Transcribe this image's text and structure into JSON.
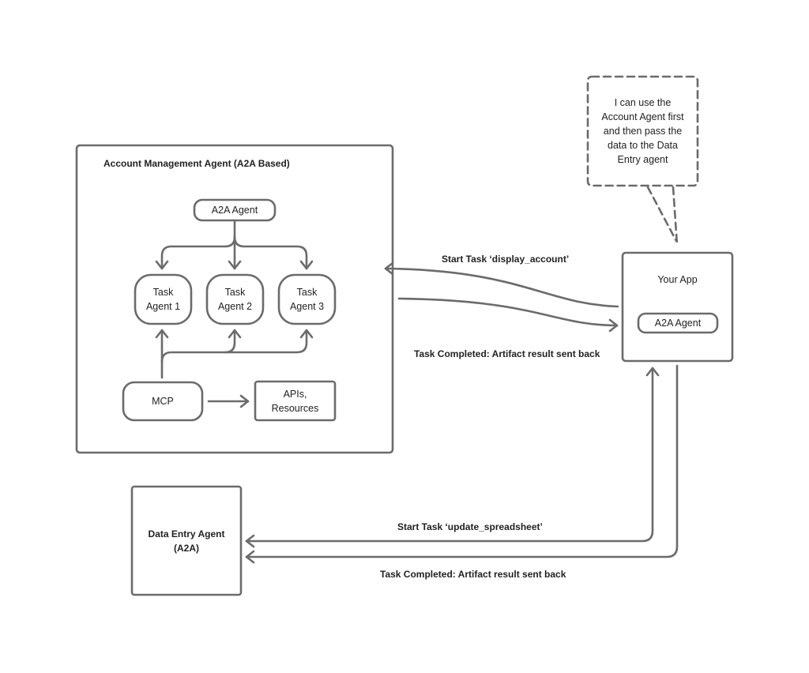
{
  "account_box": {
    "title": "Account Management Agent (A2A Based)"
  },
  "a2a_agent_top": "A2A Agent",
  "task_agents": [
    {
      "line1": "Task",
      "line2": "Agent 1"
    },
    {
      "line1": "Task",
      "line2": "Agent 2"
    },
    {
      "line1": "Task",
      "line2": "Agent 3"
    }
  ],
  "mcp": "MCP",
  "apis": {
    "line1": "APIs,",
    "line2": "Resources"
  },
  "your_app": {
    "title": "Your App",
    "agent": "A2A Agent"
  },
  "thought": {
    "lines": [
      "I can use the",
      "Account Agent first",
      "and then pass the",
      "data to the Data",
      "Entry agent"
    ]
  },
  "data_entry": {
    "line1": "Data Entry Agent",
    "line2": "(A2A)"
  },
  "arrows": {
    "start_display": "Start Task ‘display_account’",
    "completed_top": "Task Completed: Artifact result sent back",
    "start_update": "Start Task ‘update_spreadsheet’",
    "completed_bottom": "Task Completed: Artifact result sent back"
  },
  "colors": {
    "stroke": "#6b6b6b",
    "text": "#222222"
  }
}
